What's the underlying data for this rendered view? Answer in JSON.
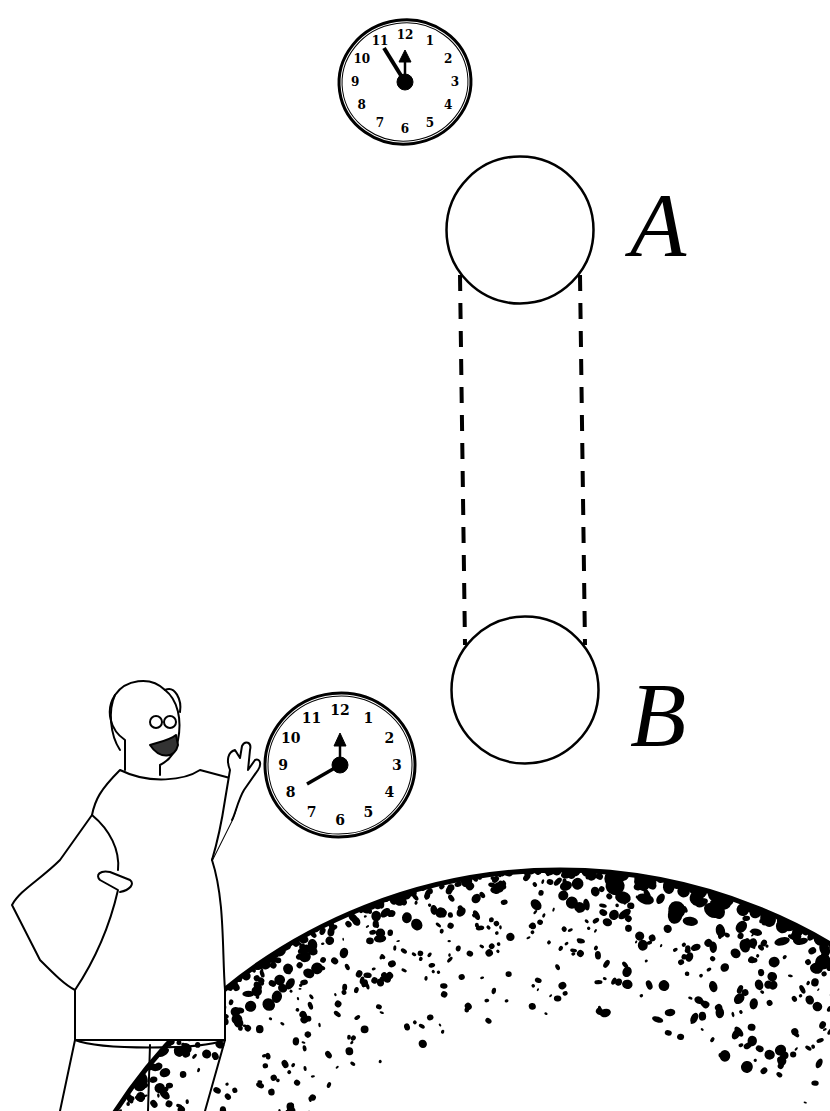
{
  "diagram": {
    "nodes": [
      {
        "text": [
          "A"
        ]
      },
      {
        "text": [
          "B"
        ]
      }
    ],
    "edges": [
      {
        "from": 0,
        "to": 1,
        "arrow": "none"
      },
      {
        "from": 0,
        "to": 1,
        "arrow": "none"
      }
    ],
    "labels": [
      "12",
      "1",
      "2",
      "3",
      "4",
      "5",
      "6",
      "7",
      "8",
      "9",
      "10",
      "11",
      "12",
      "1",
      "2",
      "3",
      "4",
      "5",
      "6",
      "7",
      "8",
      "9",
      "10",
      "11"
    ]
  }
}
